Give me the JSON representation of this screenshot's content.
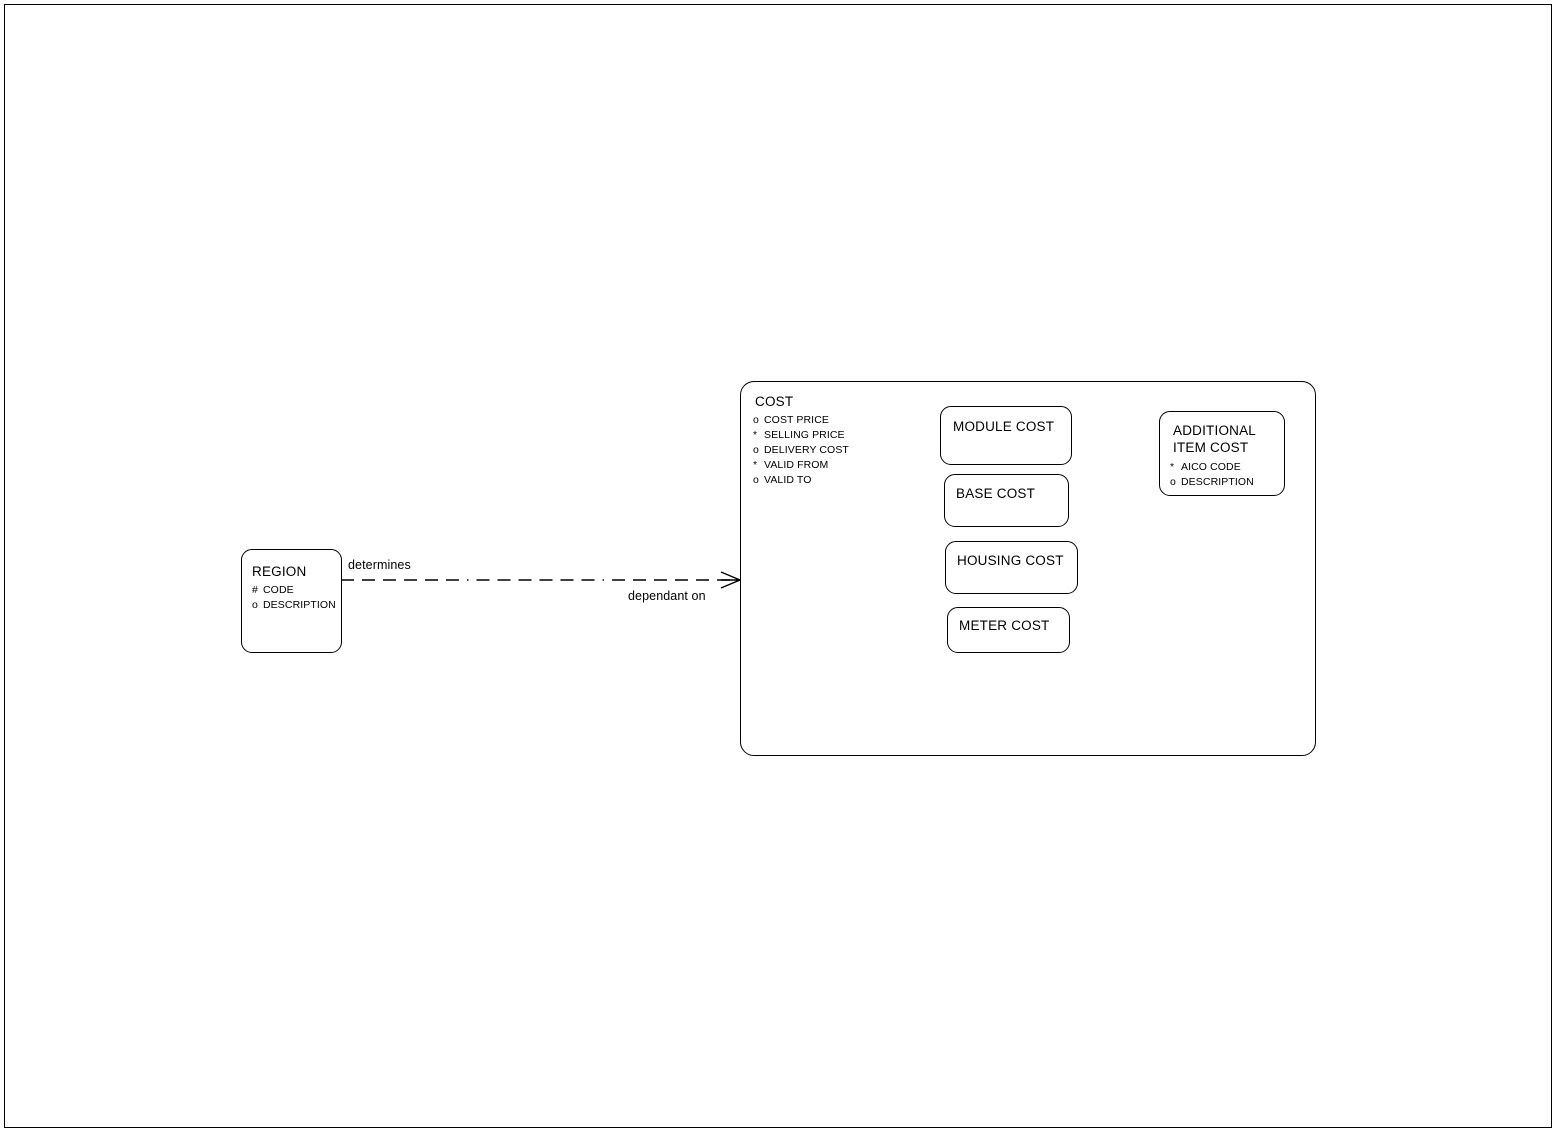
{
  "diagram": {
    "type": "entity-relationship-diagram",
    "frame": {
      "visible": true,
      "color": "#000000"
    },
    "entities": [
      {
        "id": "region",
        "name": "REGION",
        "attributes": [
          {
            "marker": "#",
            "label": "CODE"
          },
          {
            "marker": "o",
            "label": "DESCRIPTION"
          }
        ]
      },
      {
        "id": "cost",
        "name": "COST",
        "attributes": [
          {
            "marker": "o",
            "label": "COST PRICE"
          },
          {
            "marker": "*",
            "label": "SELLING PRICE"
          },
          {
            "marker": "o",
            "label": "DELIVERY COST"
          },
          {
            "marker": "*",
            "label": "VALID FROM"
          },
          {
            "marker": "o",
            "label": "VALID TO"
          }
        ]
      },
      {
        "id": "module_cost",
        "name": "MODULE COST",
        "attributes": []
      },
      {
        "id": "base_cost",
        "name": "BASE COST",
        "attributes": []
      },
      {
        "id": "housing_cost",
        "name": "HOUSING COST",
        "attributes": []
      },
      {
        "id": "meter_cost",
        "name": "METER COST",
        "attributes": []
      },
      {
        "id": "additional_item_cost",
        "name_line1": "ADDITIONAL",
        "name_line2": "ITEM COST",
        "attributes": [
          {
            "marker": "*",
            "label": "AICO CODE"
          },
          {
            "marker": "o",
            "label": "DESCRIPTION"
          }
        ]
      }
    ],
    "relationships": [
      {
        "id": "region_cost",
        "from": "region",
        "to": "cost",
        "label_from": "determines",
        "label_to": "dependant on",
        "line_style": "dash-dot",
        "end_marker": "crows-foot"
      }
    ]
  }
}
